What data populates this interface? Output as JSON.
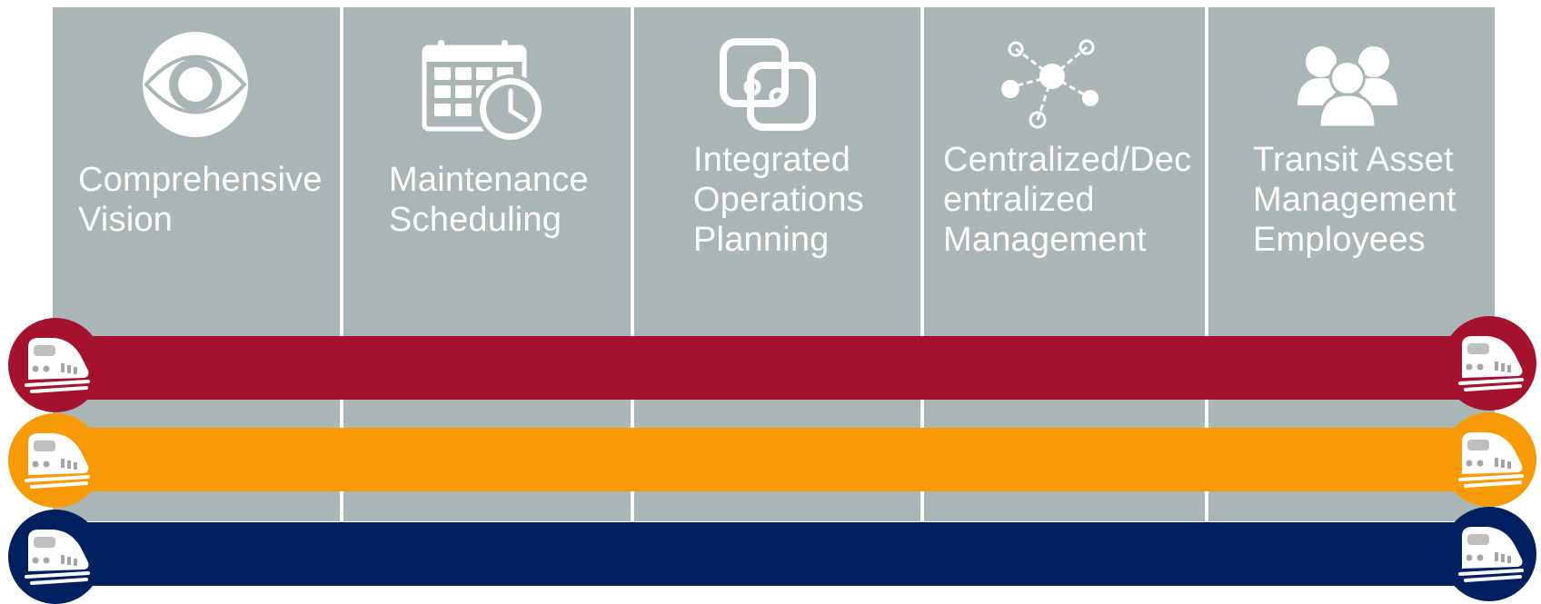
{
  "colors": {
    "panel": "#aab5b5",
    "band_red": "#a51230",
    "band_orange": "#f89a06",
    "band_navy": "#00205f",
    "text": "#ffffff"
  },
  "columns": [
    {
      "icon": "eye-icon",
      "label": "Comprehensive\nVision"
    },
    {
      "icon": "calendar-clock-icon",
      "label": "Maintenance\nScheduling"
    },
    {
      "icon": "linked-squares-icon",
      "label": "Integrated\nOperations\nPlanning"
    },
    {
      "icon": "network-nodes-icon",
      "label": "Centralized/Dec\nentralized\nManagement"
    },
    {
      "icon": "people-group-icon",
      "label": "Transit Asset\nManagement\nEmployees"
    }
  ],
  "bands": [
    {
      "color": "red",
      "icon": "train-icon"
    },
    {
      "color": "orange",
      "icon": "train-icon"
    },
    {
      "color": "navy",
      "icon": "train-icon"
    }
  ]
}
